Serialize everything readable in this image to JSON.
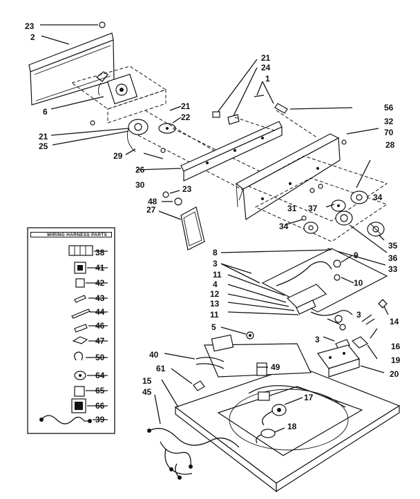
{
  "wiring_box": {
    "title": "WIRING HARNESS PARTS"
  },
  "labels": {
    "l23a": "23",
    "l2": "2",
    "l6": "6",
    "l21a": "21",
    "l25": "25",
    "l21b": "21",
    "l22": "22",
    "l29": "29",
    "l26": "26",
    "l30": "30",
    "l23b": "23",
    "l48": "48",
    "l27": "27",
    "l21c": "21",
    "l24": "24",
    "l1": "1",
    "l56": "56",
    "l32": "32",
    "l70": "70",
    "l28": "28",
    "l34a": "34",
    "l31": "31",
    "l37": "37",
    "l34b": "34",
    "l35": "35",
    "l36": "36",
    "l33": "33",
    "l38": "38",
    "l41": "41",
    "l42": "42",
    "l43": "43",
    "l44": "44",
    "l46": "46",
    "l47": "47",
    "l50": "50",
    "l64": "64",
    "l65": "65",
    "l66": "66",
    "l39": "39",
    "l8": "8",
    "l3a": "3",
    "l9": "9",
    "l10": "10",
    "l11a": "11",
    "l4": "4",
    "l12": "12",
    "l13": "13",
    "l11b": "11",
    "l5": "5",
    "l14": "14",
    "l3b": "3",
    "l3c": "3",
    "l16": "16",
    "l19": "19",
    "l20": "20",
    "l40": "40",
    "l49": "49",
    "l61": "61",
    "l15": "15",
    "l45": "45",
    "l17": "17",
    "l18": "18"
  }
}
